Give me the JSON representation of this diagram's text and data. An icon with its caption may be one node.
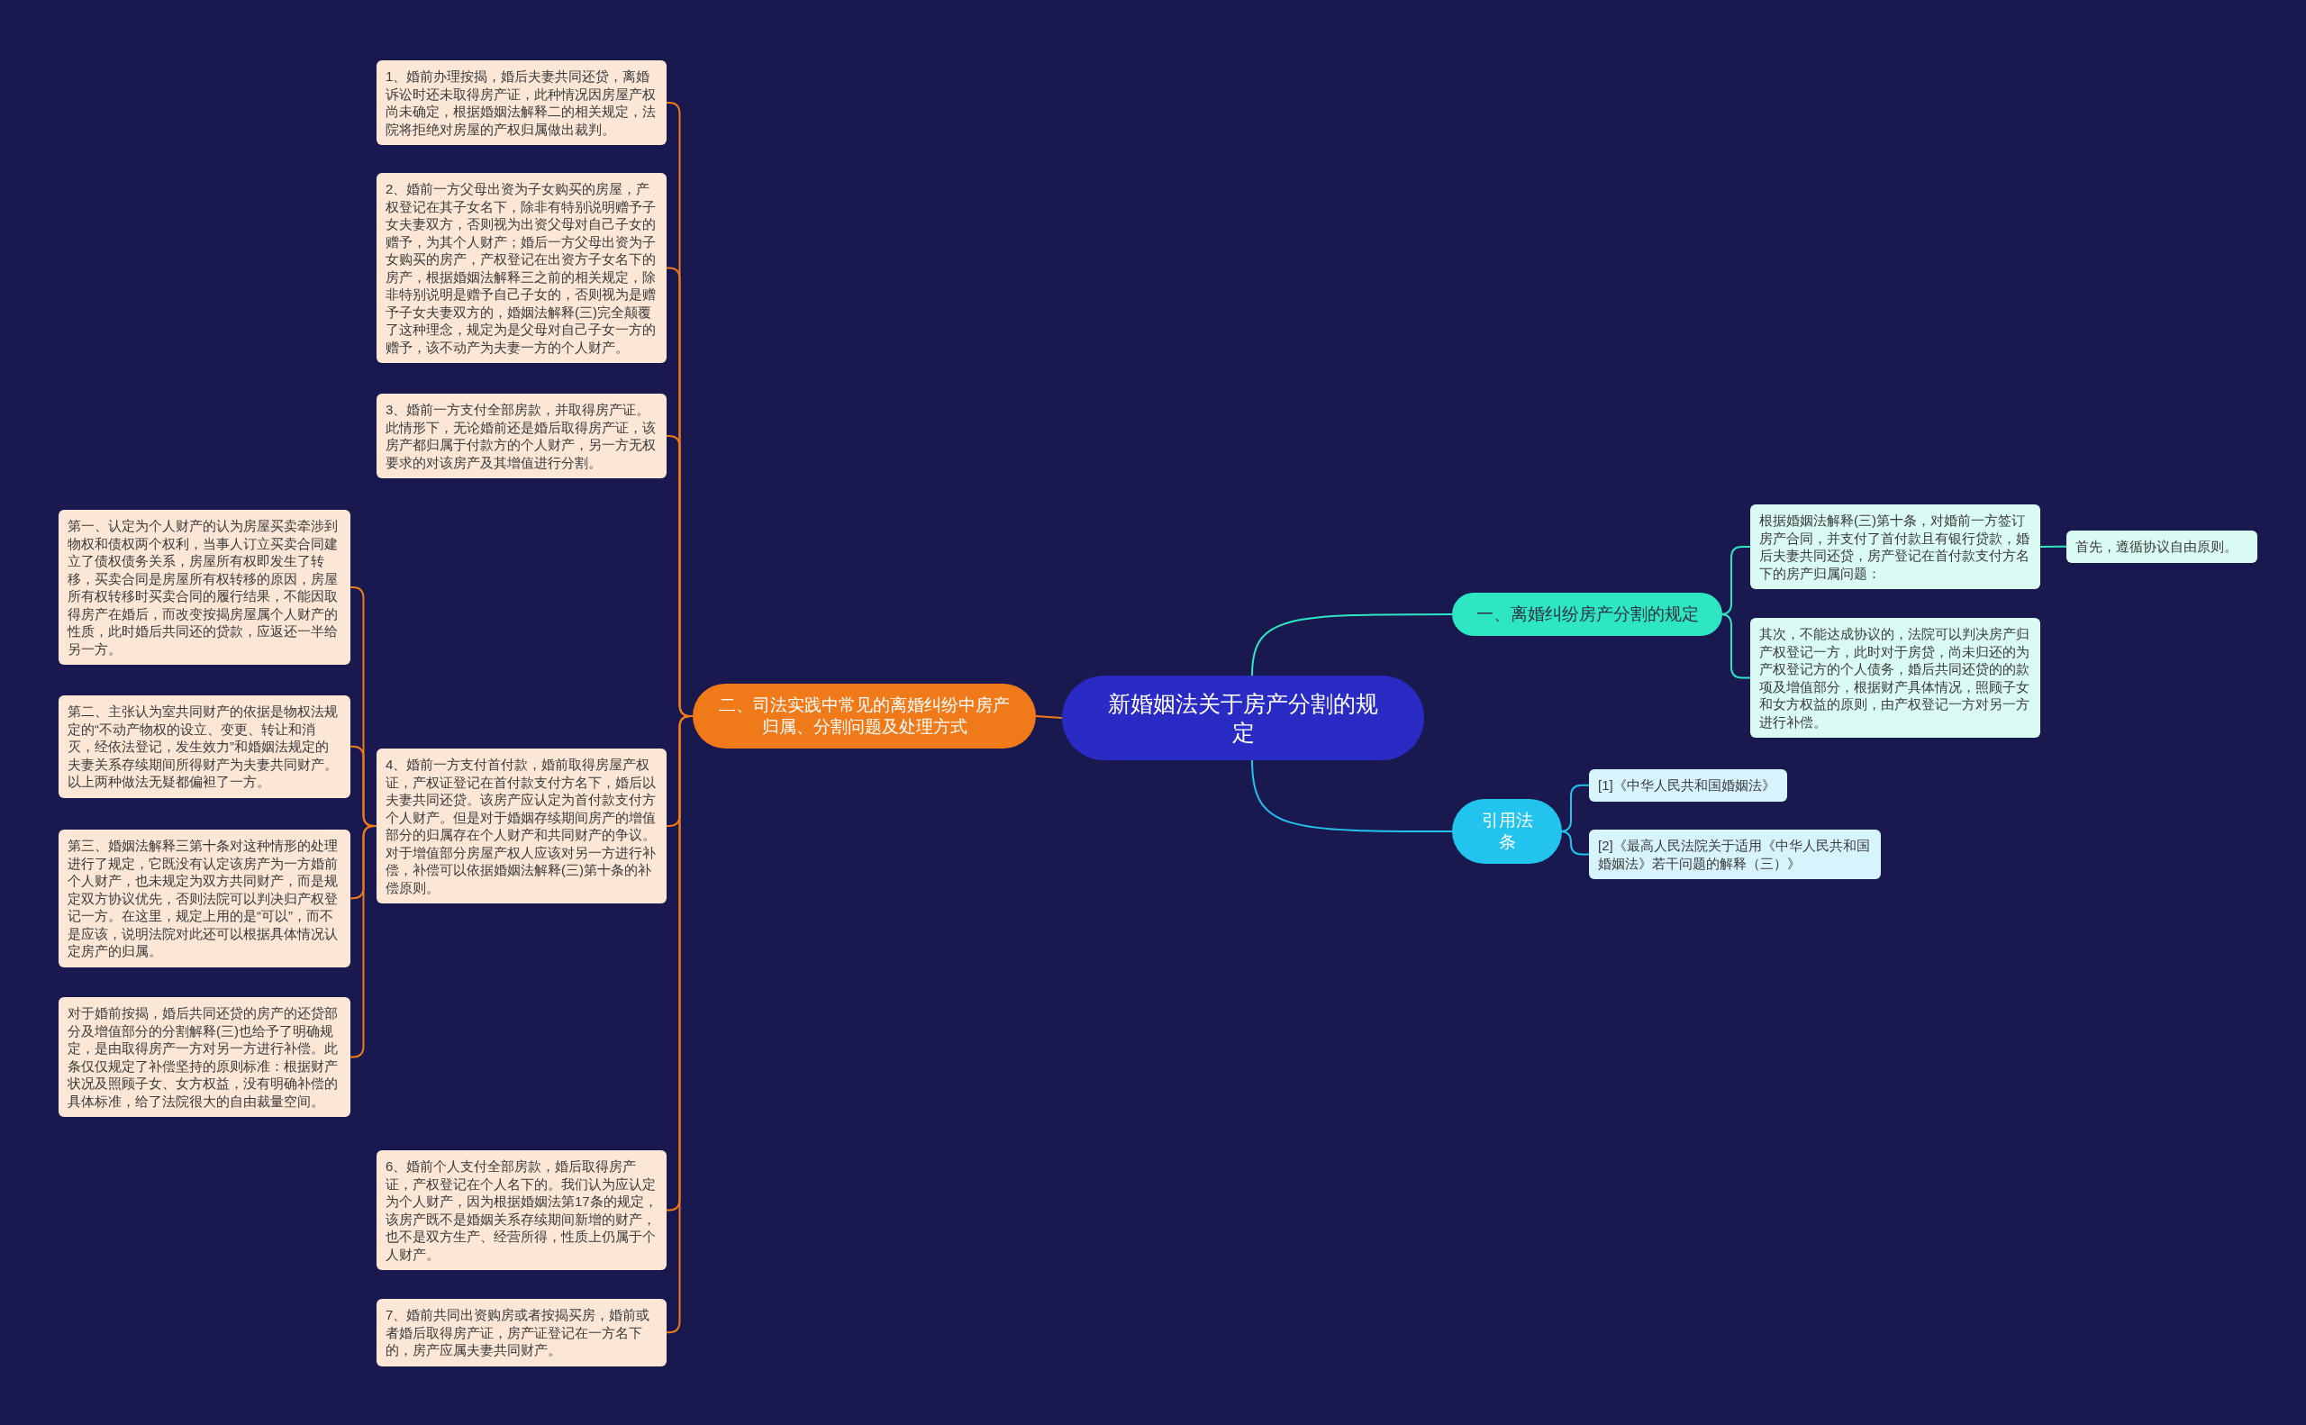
{
  "diagram": {
    "nodes": [
      {
        "text": [
          "新婚姻法关于房产分割的规定"
        ]
      },
      {
        "text": [
          "一、离婚纠纷房产分割的规定"
        ]
      },
      {
        "text": [
          "根据婚姻法解释(三)第十条，对婚前一方签订房产合同，并支付了首付款且有银行贷款，婚后夫妻共同还贷，房产登记在首付款支付方名下的房产归属问题："
        ]
      },
      {
        "text": [
          "首先，遵循协议自由原则。"
        ]
      },
      {
        "text": [
          "其次，不能达成协议的，法院可以判决房产归产权登记一方，此时对于房贷，尚未归还的为产权登记方的个人债务，婚后共同还贷的的款项及增值部分，根据财产具体情况，照顾子女和女方权益的原则，由产权登记一方对另一方进行补偿。"
        ]
      },
      {
        "text": [
          "引用法条"
        ]
      },
      {
        "text": [
          "[1]《中华人民共和国婚姻法》"
        ]
      },
      {
        "text": [
          "[2]《最高人民法院关于适用《中华人民共和国婚姻法》若干问题的解释（三）》"
        ]
      },
      {
        "text": [
          "二、司法实践中常见的离婚纠纷中房产归属、分割问题及处理方式"
        ]
      },
      {
        "text": [
          "1、婚前办理按揭，婚后夫妻共同还贷，离婚诉讼时还未取得房产证，此种情况因房屋产权尚未确定，根据婚姻法解释二的相关规定，法院将拒绝对房屋的产权归属做出裁判。"
        ]
      },
      {
        "text": [
          "2、婚前一方父母出资为子女购买的房屋，产权登记在其子女名下，除非有特别说明赠予子女夫妻双方，否则视为出资父母对自己子女的赠予，为其个人财产；婚后一方父母出资为子女购买的房产，产权登记在出资方子女名下的房产，根据婚姻法解释三之前的相关规定，除非特别说明是赠予自己子女的，否则视为是赠予子女夫妻双方的，婚姻法解释(三)完全颠覆了这种理念，规定为是父母对自己子女一方的赠予，该不动产为夫妻一方的个人财产。"
        ]
      },
      {
        "text": [
          "3、婚前一方支付全部房款，并取得房产证。此情形下，无论婚前还是婚后取得房产证，该房产都归属于付款方的个人财产，另一方无权要求的对该房产及其增值进行分割。"
        ]
      },
      {
        "text": [
          "4、婚前一方支付首付款，婚前取得房屋产权证，产权证登记在首付款支付方名下，婚后以夫妻共同还贷。该房产应认定为首付款支付方个人财产。但是对于婚姻存续期间房产的增值部分的归属存在个人财产和共同财产的争议。对于增值部分房屋产权人应该对另一方进行补偿，补偿可以依据婚姻法解释(三)第十条的补偿原则。"
        ]
      },
      {
        "text": [
          "6、婚前个人支付全部房款，婚后取得房产证，产权登记在个人名下的。我们认为应认定为个人财产，因为根据婚姻法第17条的规定，该房产既不是婚姻关系存续期间新增的财产，也不是双方生产、经营所得，性质上仍属于个人财产。"
        ]
      },
      {
        "text": [
          "7、婚前共同出资购房或者按揭买房，婚前或者婚后取得房产证，房产证登记在一方名下的，房产应属夫妻共同财产。"
        ]
      },
      {
        "text": [
          "第一、认定为个人财产的认为房屋买卖牵涉到物权和债权两个权利，当事人订立买卖合同建立了债权债务关系，房屋所有权即发生了转移，买卖合同是房屋所有权转移的原因，房屋所有权转移时买卖合同的履行结果，不能因取得房产在婚后，而改变按揭房屋属个人财产的性质，此时婚后共同还的贷款，应返还一半给另一方。"
        ]
      },
      {
        "text": [
          "第二、主张认为室共同财产的依据是物权法规定的“不动产物权的设立、变更、转让和消灭，经依法登记，发生效力”和婚姻法规定的夫妻关系存续期间所得财产为夫妻共同财产。以上两种做法无疑都偏袒了一方。"
        ]
      },
      {
        "text": [
          "第三、婚姻法解释三第十条对这种情形的处理进行了规定，它既没有认定该房产为一方婚前个人财产，也未规定为双方共同财产，而是规定双方协议优先，否则法院可以判决归产权登记一方。在这里，规定上用的是“可以”，而不是应该，说明法院对此还可以根据具体情况认定房产的归属。"
        ]
      },
      {
        "text": [
          "对于婚前按揭，婚后共同还贷的房产的还贷部分及增值部分的分割解释(三)也给予了明确规定，是由取得房产一方对另一方进行补偿。此条仅仅规定了补偿坚持的原则标准：根据财产状况及照顾子女、女方权益，没有明确补偿的具体标准，给了法院很大的自由裁量空间。"
        ]
      }
    ],
    "edges": [
      {
        "from": 0,
        "to": 1,
        "arrow": "none",
        "color": "#2ee6c2"
      },
      {
        "from": 1,
        "to": 2,
        "arrow": "none",
        "color": "#2ee6c2"
      },
      {
        "from": 2,
        "to": 3,
        "arrow": "none",
        "color": "#2ee6c2"
      },
      {
        "from": 1,
        "to": 4,
        "arrow": "none",
        "color": "#2ee6c2"
      },
      {
        "from": 0,
        "to": 5,
        "arrow": "none",
        "color": "#22c4ee"
      },
      {
        "from": 5,
        "to": 6,
        "arrow": "none",
        "color": "#22c4ee"
      },
      {
        "from": 5,
        "to": 7,
        "arrow": "none",
        "color": "#22c4ee"
      },
      {
        "from": 0,
        "to": 8,
        "arrow": "none"
      },
      {
        "from": 8,
        "to": 9,
        "arrow": "none"
      },
      {
        "from": 8,
        "to": 10,
        "arrow": "none"
      },
      {
        "from": 8,
        "to": 11,
        "arrow": "none"
      },
      {
        "from": 8,
        "to": 12,
        "arrow": "none"
      },
      {
        "from": 8,
        "to": 13,
        "arrow": "none"
      },
      {
        "from": 8,
        "to": 14,
        "arrow": "none"
      },
      {
        "from": 12,
        "to": 15,
        "arrow": "none"
      },
      {
        "from": 12,
        "to": 16,
        "arrow": "none"
      },
      {
        "from": 12,
        "to": 17,
        "arrow": "none"
      },
      {
        "from": 12,
        "to": 18,
        "arrow": "none"
      }
    ]
  }
}
